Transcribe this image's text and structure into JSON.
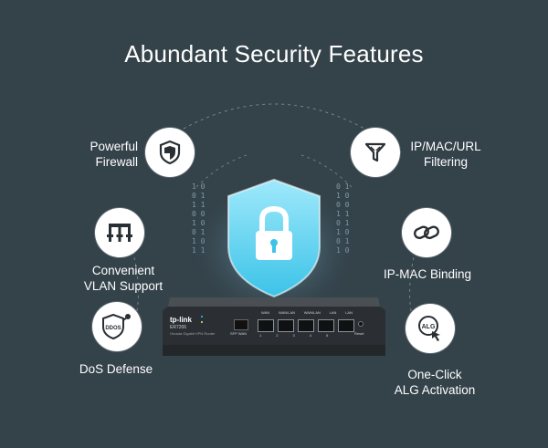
{
  "title": "Abundant Security Features",
  "features": [
    {
      "label_line1": "Powerful",
      "label_line2": "Firewall",
      "icon": "shield-icon"
    },
    {
      "label_line1": "Convenient",
      "label_line2": "VLAN Support",
      "icon": "vlan-icon"
    },
    {
      "label_line1": "DoS Defense",
      "label_line2": "",
      "icon": "ddos-shield-icon",
      "icon_text": "DDOS"
    },
    {
      "label_line1": "IP/MAC/URL",
      "label_line2": "Filtering",
      "icon": "filter-icon"
    },
    {
      "label_line1": "IP-MAC Binding",
      "label_line2": "",
      "icon": "link-icon"
    },
    {
      "label_line1": "One-Click",
      "label_line2": "ALG Activation",
      "icon": "alg-click-icon",
      "icon_text": "ALG"
    }
  ],
  "device": {
    "brand": "tp-link",
    "model": "ER7206",
    "subtitle": "Omada Gigabit VPN Router",
    "port_labels": [
      "WAN",
      "WAN/LAN",
      "WAN/LAN",
      "LAN",
      "LAN"
    ],
    "port_numbers": [
      "1",
      "2",
      "3",
      "4",
      "5"
    ],
    "sfp_label": "SFP WAN",
    "reset_label": "Reset"
  },
  "colors": {
    "background": "#34424a",
    "accent": "#1fa7d8",
    "shield": "#5fd0ee"
  }
}
